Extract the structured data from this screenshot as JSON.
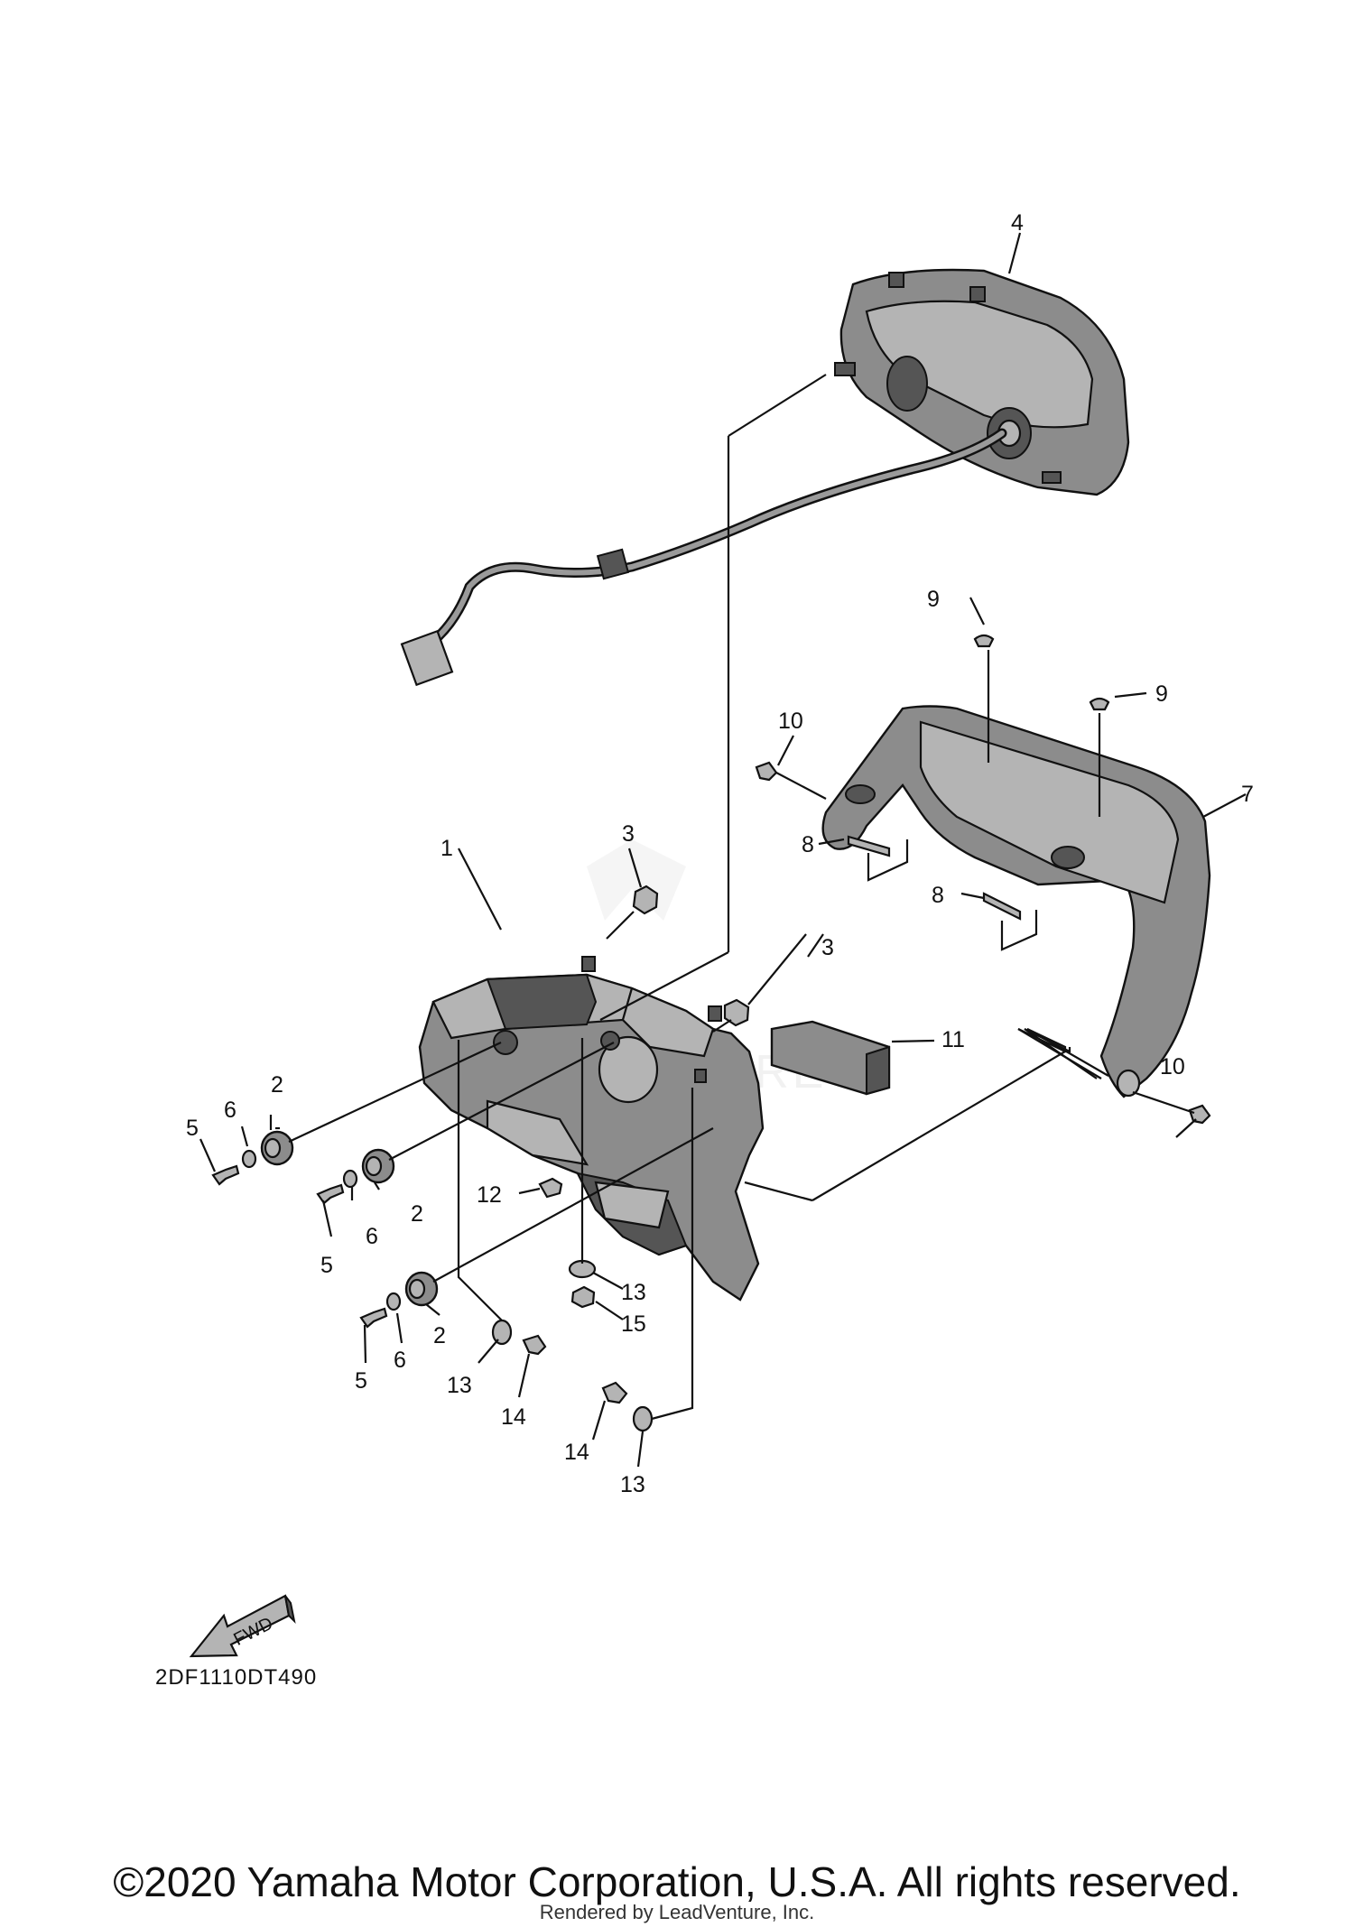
{
  "diagram": {
    "callouts": [
      {
        "id": "c4",
        "label": "4"
      },
      {
        "id": "c9a",
        "label": "9"
      },
      {
        "id": "c9b",
        "label": "9"
      },
      {
        "id": "c10a",
        "label": "10"
      },
      {
        "id": "c7",
        "label": "7"
      },
      {
        "id": "c8a",
        "label": "8"
      },
      {
        "id": "c8b",
        "label": "8"
      },
      {
        "id": "c3a",
        "label": "3"
      },
      {
        "id": "c1",
        "label": "1"
      },
      {
        "id": "c3b",
        "label": "3"
      },
      {
        "id": "c11",
        "label": "11"
      },
      {
        "id": "c10b",
        "label": "10"
      },
      {
        "id": "c2a",
        "label": "2"
      },
      {
        "id": "c6a",
        "label": "6"
      },
      {
        "id": "c5a",
        "label": "5"
      },
      {
        "id": "c2b",
        "label": "2"
      },
      {
        "id": "c6b",
        "label": "6"
      },
      {
        "id": "c5b",
        "label": "5"
      },
      {
        "id": "c12",
        "label": "12"
      },
      {
        "id": "c13a",
        "label": "13"
      },
      {
        "id": "c15",
        "label": "15"
      },
      {
        "id": "c2c",
        "label": "2"
      },
      {
        "id": "c6c",
        "label": "6"
      },
      {
        "id": "c5c",
        "label": "5"
      },
      {
        "id": "c13b",
        "label": "13"
      },
      {
        "id": "c14a",
        "label": "14"
      },
      {
        "id": "c14b",
        "label": "14"
      },
      {
        "id": "c13c",
        "label": "13"
      }
    ],
    "fwd_label": "FWD",
    "diagram_code": "2DF1110DT490"
  },
  "footer": {
    "copyright": "©2020 Yamaha Motor Corporation, U.S.A. All rights reserved.",
    "rendered_by": "Rendered by LeadVenture, Inc."
  }
}
